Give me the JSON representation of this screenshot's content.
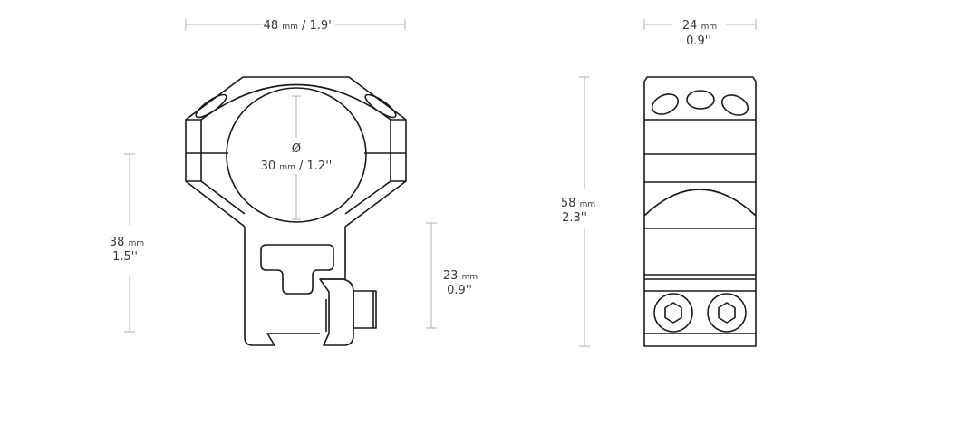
{
  "front_view": {
    "width_dim": {
      "value": "48",
      "unit": "mm",
      "imperial": "/ 1.9''"
    },
    "bore_dim": {
      "symbol": "Ø",
      "value": "30",
      "unit": "mm",
      "imperial": "/ 1.2''"
    },
    "height_dim": {
      "value": "38",
      "unit": "mm",
      "imperial": "1.5''"
    },
    "rail_height_dim": {
      "value": "23",
      "unit": "mm",
      "imperial": "0.9''"
    }
  },
  "side_view": {
    "width_dim": {
      "value": "24",
      "unit": "mm",
      "imperial": "0.9''"
    },
    "height_dim": {
      "value": "58",
      "unit": "mm",
      "imperial": "2.3''"
    }
  },
  "colors": {
    "outline": "#1a1a1a",
    "dimension": "#b0b0b0",
    "text": "#3a3a3a"
  }
}
